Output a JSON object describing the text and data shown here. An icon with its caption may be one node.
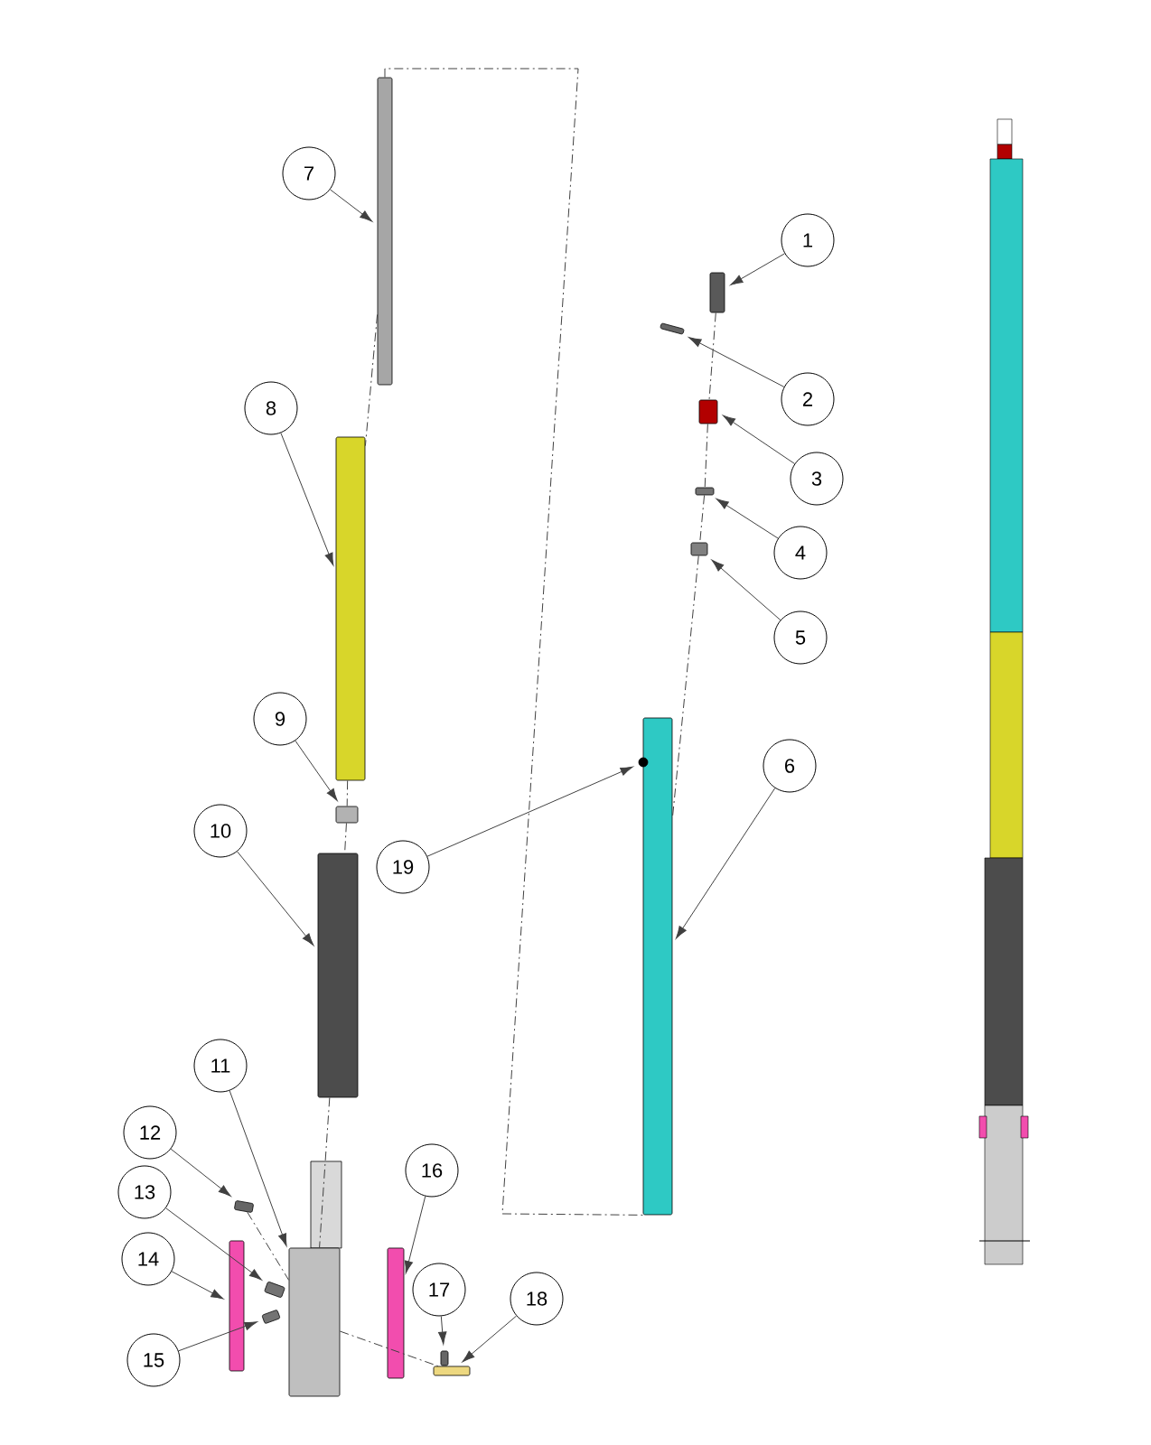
{
  "diagram": {
    "nodes": [
      {
        "text": [
          "1"
        ]
      },
      {
        "text": [
          "2"
        ]
      },
      {
        "text": [
          "3"
        ]
      },
      {
        "text": [
          "4"
        ]
      },
      {
        "text": [
          "5"
        ]
      },
      {
        "text": [
          "6"
        ]
      },
      {
        "text": [
          "7"
        ]
      },
      {
        "text": [
          "8"
        ]
      },
      {
        "text": [
          "9"
        ]
      },
      {
        "text": [
          "10"
        ]
      },
      {
        "text": [
          "11"
        ]
      },
      {
        "text": [
          "12"
        ]
      },
      {
        "text": [
          "13"
        ]
      },
      {
        "text": [
          "14"
        ]
      },
      {
        "text": [
          "15"
        ]
      },
      {
        "text": [
          "16"
        ]
      },
      {
        "text": [
          "17"
        ]
      },
      {
        "text": [
          "18"
        ]
      },
      {
        "text": [
          "19"
        ]
      },
      {
        "text": [],
        "shape": "box"
      },
      {
        "text": [],
        "shape": "box"
      },
      {
        "text": [],
        "shape": "box"
      },
      {
        "text": [],
        "shape": "box"
      },
      {
        "text": [],
        "shape": "box"
      },
      {
        "text": [],
        "shape": "box"
      },
      {
        "text": [],
        "shape": "box"
      },
      {
        "text": [],
        "shape": "box"
      },
      {
        "text": [],
        "shape": "box"
      },
      {
        "text": [],
        "shape": "box"
      },
      {
        "text": [],
        "shape": "box"
      },
      {
        "text": [],
        "shape": "box"
      },
      {
        "text": [],
        "shape": "box"
      },
      {
        "text": [],
        "shape": "box"
      },
      {
        "text": [],
        "shape": "box"
      },
      {
        "text": [],
        "shape": "box"
      },
      {
        "text": [],
        "shape": "box"
      },
      {
        "text": [],
        "shape": "box"
      },
      {
        "text": [],
        "shape": "circle"
      }
    ],
    "edges": [
      {
        "from": 0,
        "to": 19,
        "arrow": "to"
      },
      {
        "from": 1,
        "to": 20,
        "arrow": "to"
      },
      {
        "from": 2,
        "to": 21,
        "arrow": "to"
      },
      {
        "from": 3,
        "to": 22,
        "arrow": "to"
      },
      {
        "from": 4,
        "to": 23,
        "arrow": "to"
      },
      {
        "from": 5,
        "to": 24,
        "arrow": "to"
      },
      {
        "from": 6,
        "to": 25,
        "arrow": "to"
      },
      {
        "from": 7,
        "to": 26,
        "arrow": "to"
      },
      {
        "from": 8,
        "to": 27,
        "arrow": "to"
      },
      {
        "from": 9,
        "to": 28,
        "arrow": "to"
      },
      {
        "from": 10,
        "to": 29,
        "arrow": "to"
      },
      {
        "from": 11,
        "to": 30,
        "arrow": "to"
      },
      {
        "from": 12,
        "to": 31,
        "arrow": "to"
      },
      {
        "from": 13,
        "to": 32,
        "arrow": "to"
      },
      {
        "from": 14,
        "to": 33,
        "arrow": "to"
      },
      {
        "from": 15,
        "to": 34,
        "arrow": "to"
      },
      {
        "from": 16,
        "to": 35,
        "arrow": "to"
      },
      {
        "from": 17,
        "to": 36,
        "arrow": "to"
      },
      {
        "from": 18,
        "to": 37,
        "arrow": "to"
      },
      {
        "from": 25,
        "to": 24,
        "arrow": "none",
        "style": "dashed"
      },
      {
        "from": 19,
        "to": 21,
        "arrow": "none",
        "style": "dashed"
      },
      {
        "from": 21,
        "to": 22,
        "arrow": "none",
        "style": "dashed"
      },
      {
        "from": 22,
        "to": 23,
        "arrow": "none",
        "style": "dashed"
      },
      {
        "from": 23,
        "to": 24,
        "arrow": "none",
        "style": "dashed"
      },
      {
        "from": 25,
        "to": 26,
        "arrow": "none",
        "style": "dashed"
      },
      {
        "from": 26,
        "to": 27,
        "arrow": "none",
        "style": "dashed"
      },
      {
        "from": 27,
        "to": 28,
        "arrow": "none",
        "style": "dashed"
      },
      {
        "from": 28,
        "to": 29,
        "arrow": "none",
        "style": "dashed"
      },
      {
        "from": 30,
        "to": 29,
        "arrow": "none",
        "style": "dashed"
      },
      {
        "from": 29,
        "to": 36,
        "arrow": "none",
        "style": "dashed"
      }
    ]
  }
}
